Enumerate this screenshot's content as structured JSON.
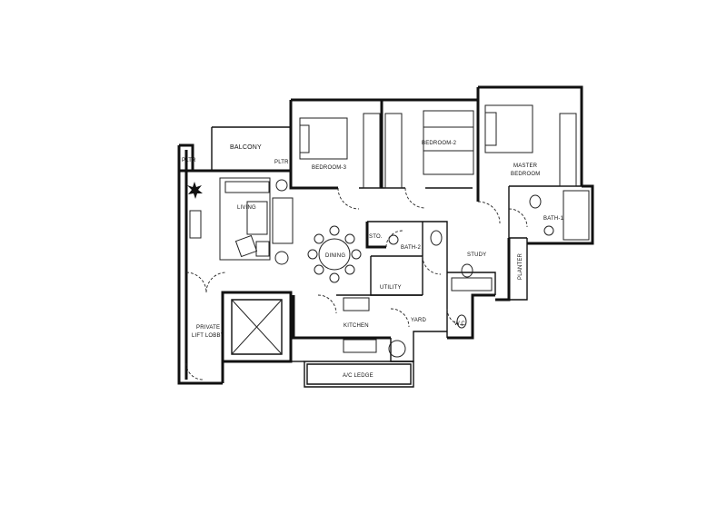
{
  "rooms": {
    "balcony": "BALCONY",
    "pltr_left": "PLTR",
    "pltr_right": "PLTR",
    "bedroom3": "BEDROOM-3",
    "bedroom2": "BEDROOM-2",
    "master_bedroom_1": "MASTER",
    "master_bedroom_2": "BEDROOM",
    "living": "LIVING",
    "dining": "DINING",
    "sto": "STO.",
    "bath2": "BATH-2",
    "bath1": "BATH-1",
    "study": "STUDY",
    "planter": "PLANTER",
    "utility": "UTILITY",
    "private_lift_lobby_1": "PRIVATE",
    "private_lift_lobby_2": "LIFT LOBBY",
    "kitchen": "KITCHEN",
    "yard": "YARD",
    "wc": "W.C",
    "ac_ledge": "A/C LEDGE"
  }
}
